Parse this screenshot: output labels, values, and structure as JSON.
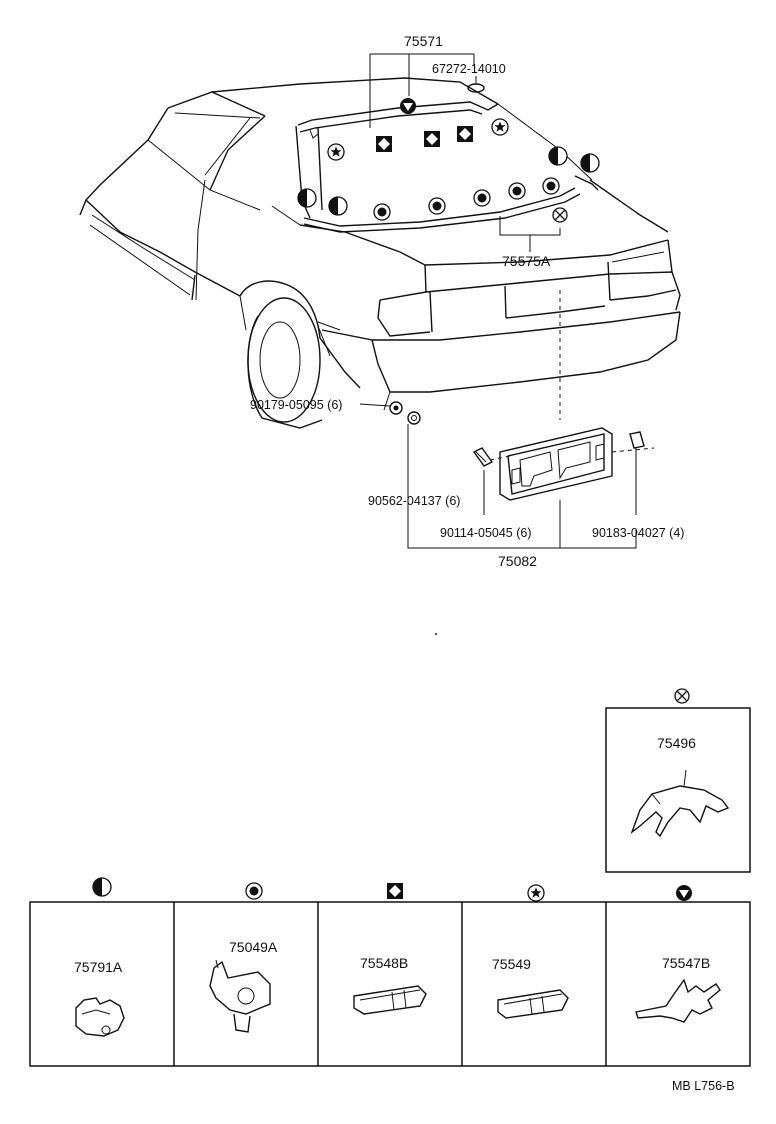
{
  "labels": {
    "molding_upper": "75571",
    "clip_top": "67272-14010",
    "molding_lower": "75575A",
    "screw_left": "90179-05095 (6)",
    "nut": "90562-04137 (6)",
    "bolt": "90114-05045 (6)",
    "nut_right": "90183-04027 (4)",
    "bracket": "75082"
  },
  "inset_parts": {
    "part_75496": "75496",
    "part_75791A": "75791A",
    "part_75049A": "75049A",
    "part_75548B": "75548B",
    "part_75549": "75549",
    "part_75547B": "75547B"
  },
  "footer": {
    "code": "MB  L756-B"
  },
  "symbols": {
    "half_circle": "half-filled-circle-icon",
    "dot_circle": "dotted-circle-icon",
    "diamond_square": "diamond-in-square-icon",
    "star_circle": "star-circle-icon",
    "triangle_circle": "down-triangle-circle-icon",
    "cross_circle": "cross-circle-icon"
  }
}
